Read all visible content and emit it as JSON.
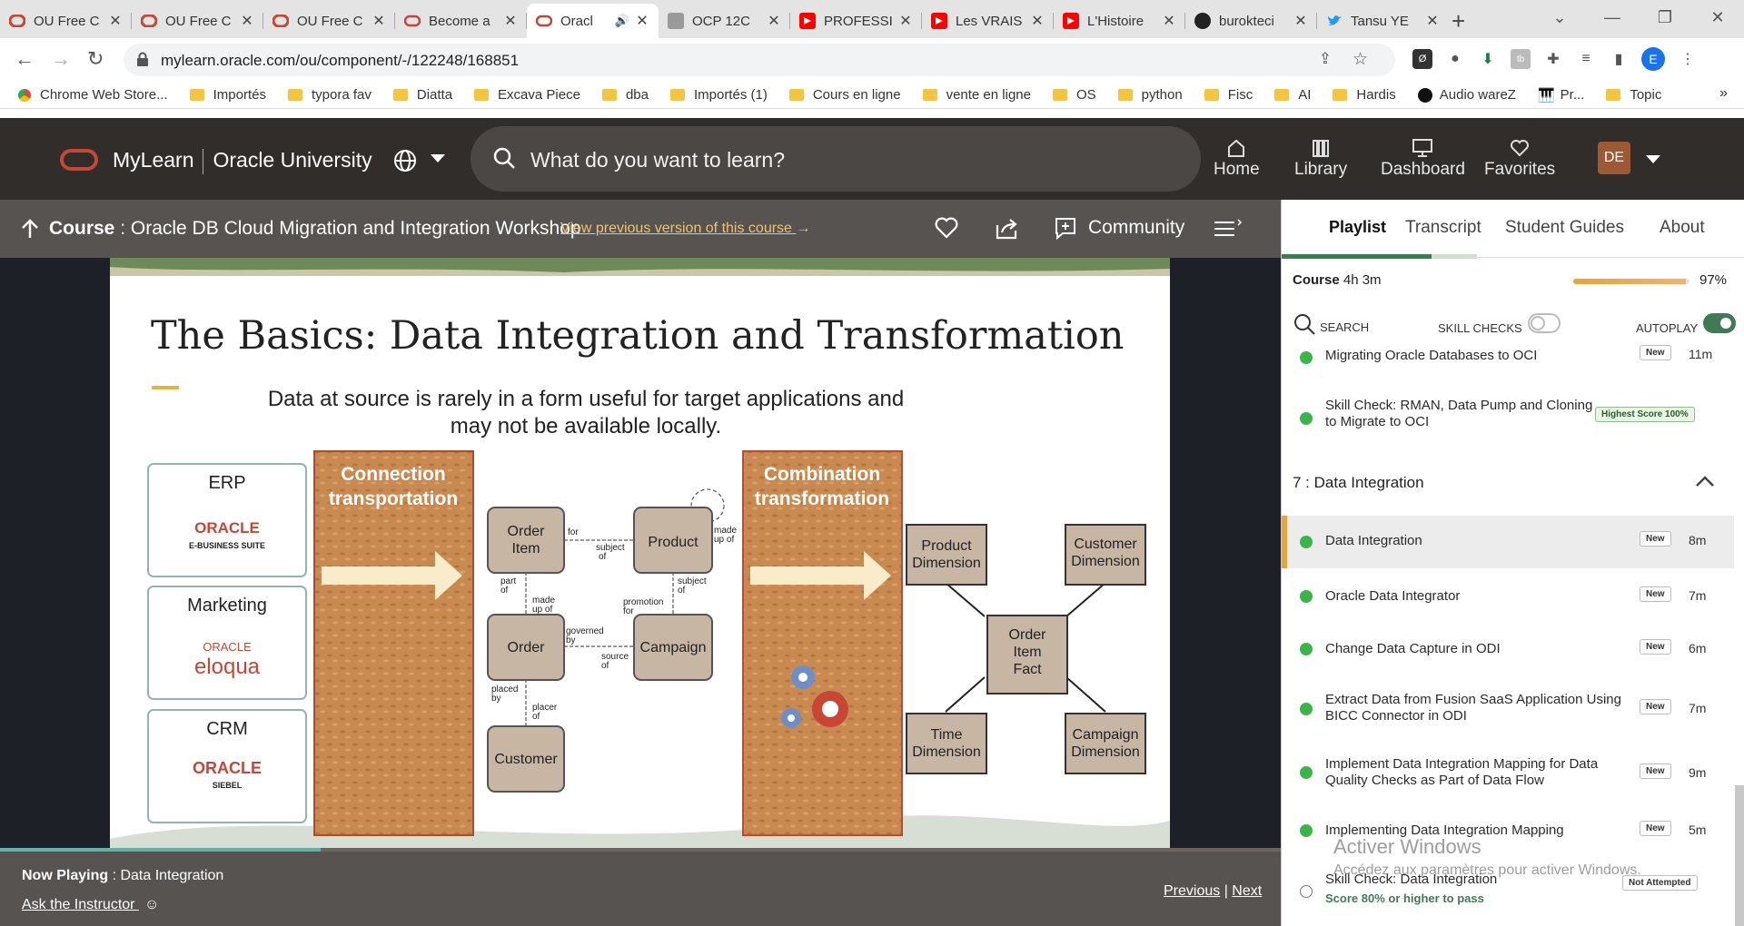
{
  "browser": {
    "tabs": [
      {
        "label": "OU Free C",
        "icon": "oracle-icon"
      },
      {
        "label": "OU Free C",
        "icon": "oracle-icon"
      },
      {
        "label": "OU Free C",
        "icon": "oracle-icon"
      },
      {
        "label": "Become a",
        "icon": "oracle-icon"
      },
      {
        "label": "Oracl",
        "icon": "oracle-icon",
        "active": true
      },
      {
        "label": "OCP 12C",
        "icon": "page-icon"
      },
      {
        "label": "PROFESSI",
        "icon": "youtube-icon"
      },
      {
        "label": "Les VRAIS",
        "icon": "youtube-icon"
      },
      {
        "label": "L'Histoire",
        "icon": "youtube-icon"
      },
      {
        "label": "burokteci",
        "icon": "github-icon"
      },
      {
        "label": "Tansu YE",
        "icon": "twitter-icon"
      }
    ],
    "url": "mylearn.oracle.com/ou/component/-/122248/168851",
    "profile_initial": "E",
    "bookmarks": [
      "Chrome Web Store...",
      "Importés",
      "typora fav",
      "Diatta",
      "Excava Piece",
      "dba",
      "Importés (1)",
      "Cours en ligne",
      "vente en ligne",
      "OS",
      "python",
      "Fisc",
      "AI",
      "Hardis",
      "Audio wareZ",
      "Pr...",
      "Topic"
    ],
    "bookmarks_more": "»"
  },
  "header": {
    "brand": "MyLearn",
    "brand_sub": "Oracle University",
    "search_placeholder": "What do you want to learn?",
    "nav": [
      "Home",
      "Library",
      "Dashboard",
      "Favorites"
    ],
    "avatar": "DE",
    "accent": "#c74634"
  },
  "coursebar": {
    "label": "Course",
    "sep": " : ",
    "title": "Oracle DB Cloud Migration and Integration Workshop",
    "prev_link": "View previous version of this course",
    "prev_arrow": "→",
    "community": "Community"
  },
  "slide": {
    "title": "The Basics: Data Integration and Transformation",
    "subtitle_line1": "Data at source is rarely in a form useful for target applications and",
    "subtitle_line2": "may not be available locally.",
    "sources": [
      {
        "label": "ERP",
        "logo": "ORACLE",
        "logo_sub": "E-BUSINESS SUITE"
      },
      {
        "label": "Marketing",
        "logo": "ORACLE",
        "logo_sub": "eloqua"
      },
      {
        "label": "CRM",
        "logo": "ORACLE",
        "logo_sub": "SIEBEL"
      }
    ],
    "stage1_l1": "Connection",
    "stage1_l2": "transportation",
    "stage2_l1": "Combination",
    "stage2_l2": "transformation",
    "entities": [
      "Order Item",
      "Product",
      "Order",
      "Campaign",
      "Customer"
    ],
    "relations": [
      "for",
      "subject of",
      "made up of",
      "part of",
      "made up of",
      "subject of",
      "promotion for",
      "governed by",
      "source of",
      "placed by",
      "placer of"
    ],
    "star": {
      "fact": [
        "Order",
        "Item",
        "Fact"
      ],
      "dims": [
        [
          "Product",
          "Dimension"
        ],
        [
          "Customer",
          "Dimension"
        ],
        [
          "Time",
          "Dimension"
        ],
        [
          "Campaign",
          "Dimension"
        ]
      ]
    }
  },
  "player": {
    "progress": 0.25
  },
  "nowbar": {
    "now_label": "Now Playing",
    "now_sep": " : ",
    "now_title": "Data Integration",
    "ask": "Ask the Instructor",
    "previous": "Previous",
    "pipe": " | ",
    "next": "Next"
  },
  "panel": {
    "tabs": [
      "Playlist",
      "Transcript",
      "Student Guides",
      "About"
    ],
    "course_label": "Course",
    "course_duration": "4h 3m",
    "percent": "97%",
    "progress": 0.97,
    "search": "SEARCH",
    "skill_checks": "SKILL CHECKS",
    "autoplay": "AUTOPLAY",
    "section": "7 :  Data Integration",
    "items": [
      {
        "title": "Migrating Oracle Databases to OCI",
        "badge": "New",
        "duration": "11m"
      },
      {
        "title": "Skill Check: RMAN, Data Pump and Cloning to Migrate to OCI",
        "badge": "Highest Score 100%",
        "duration": ""
      },
      {
        "title": "Data Integration",
        "badge": "New",
        "duration": "8m"
      },
      {
        "title": "Oracle Data Integrator",
        "badge": "New",
        "duration": "7m"
      },
      {
        "title": "Change Data Capture in ODI",
        "badge": "New",
        "duration": "6m"
      },
      {
        "title": "Extract Data from Fusion SaaS Application Using BICC Connector in ODI",
        "badge": "New",
        "duration": "7m"
      },
      {
        "title": "Implement Data Integration Mapping for Data Quality Checks as Part of Data Flow",
        "badge": "New",
        "duration": "9m"
      },
      {
        "title": "Implementing Data Integration Mapping",
        "badge": "New",
        "duration": "5m"
      },
      {
        "title": "Skill Check: Data Integration",
        "badge": "Not Attempted",
        "duration": "",
        "hint": "Score 80% or higher to pass"
      }
    ]
  },
  "watermark": {
    "line1": "Activer Windows",
    "line2": "Accédez aux paramètres pour activer Windows."
  }
}
